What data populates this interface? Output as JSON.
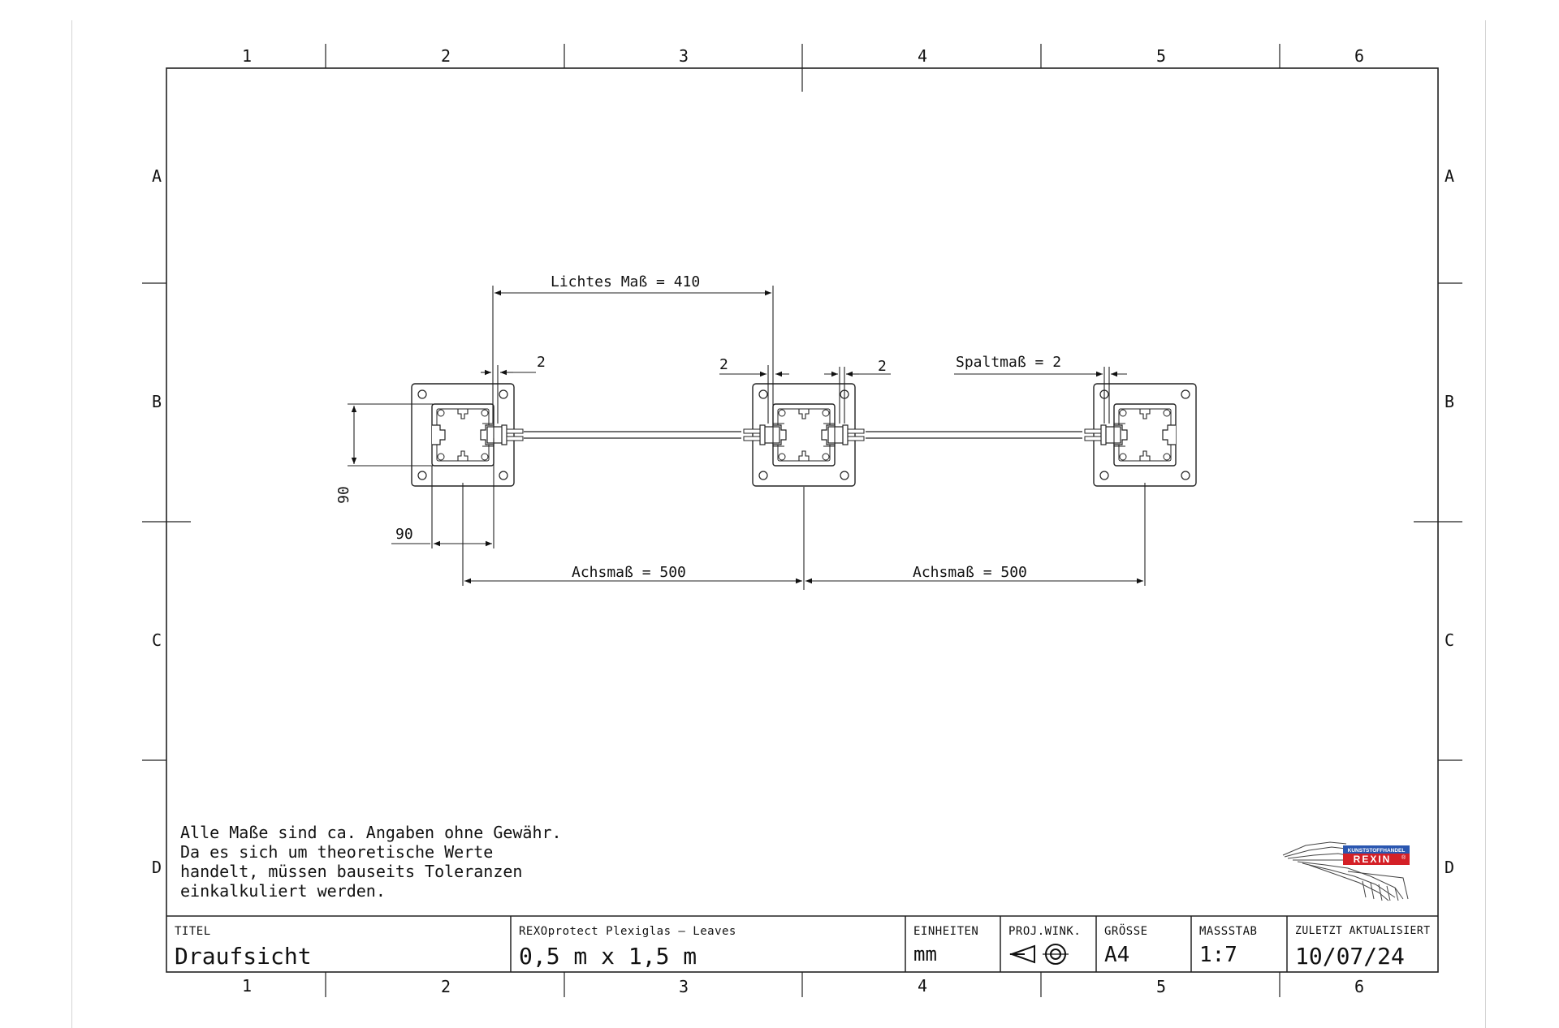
{
  "grid": {
    "columns": [
      "1",
      "2",
      "3",
      "4",
      "5",
      "6"
    ],
    "rows": [
      "A",
      "B",
      "C",
      "D"
    ]
  },
  "dimensions": {
    "lichtes_mass": "Lichtes Maß = 410",
    "gap_a": "2",
    "gap_b": "2",
    "gap_c": "2",
    "spaltmass": "Spaltmaß = 2",
    "post_depth": "90",
    "post_width": "90",
    "achsmass_left": "Achsmaß = 500",
    "achsmass_right": "Achsmaß = 500"
  },
  "note": {
    "lines": [
      "Alle Maße sind ca. Angaben ohne Gewähr.",
      "Da es sich um theoretische Werte",
      "handelt, müssen bauseits Toleranzen",
      "einkalkuliert werden."
    ]
  },
  "logo": {
    "top_text": "KUNSTSTOFFHANDEL",
    "brand": "REXIN",
    "mark": "®",
    "colors": {
      "top": "#2a56b0",
      "bottom": "#d42027"
    }
  },
  "title_block": {
    "titel_label": "TITEL",
    "titel_value": "Draufsicht",
    "product_label": "REXOprotect Plexiglas – Leaves",
    "product_value": "0,5 m x 1,5 m",
    "einheiten_label": "EINHEITEN",
    "einheiten_value": "mm",
    "projwink_label": "PROJ.WINK.",
    "projwink_icon": "first-angle-projection-icon",
    "groesse_label": "GRÖSSE",
    "groesse_value": "A4",
    "massstab_label": "MASSSTAB",
    "massstab_value": "1:7",
    "updated_label": "ZULETZT AKTUALISIERT",
    "updated_value": "10/07/24"
  }
}
